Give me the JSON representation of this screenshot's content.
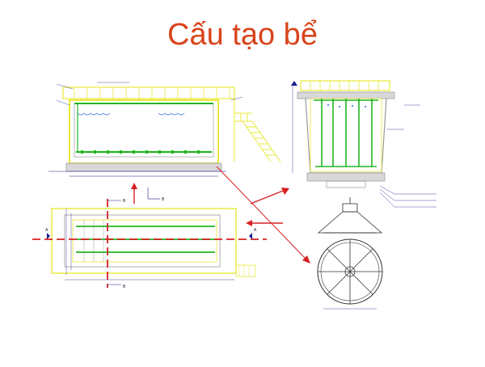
{
  "title": "Cấu tạo bể",
  "colors": {
    "title": "#d9441c",
    "structure": "#e8e83a",
    "pipe": "#22b522",
    "dim": "#1a1a8c",
    "section_line": "#d62020",
    "arrow": "#d62020",
    "detail": "#333333"
  },
  "labels": {
    "section_a": "A",
    "section_b": "B"
  }
}
